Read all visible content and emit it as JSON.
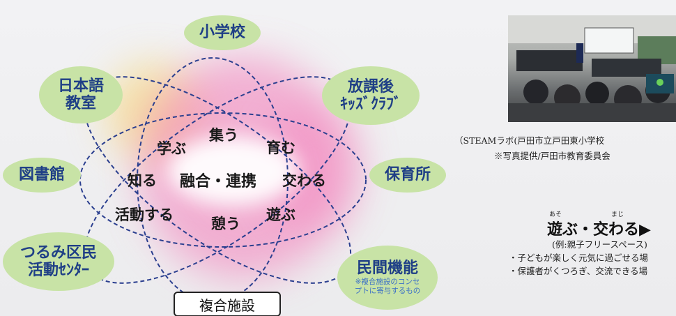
{
  "center": "融合・連携",
  "verbs": {
    "manabu": "学ぶ",
    "tsudou": "集う",
    "sodatsu": "育む",
    "shiru": "知る",
    "majiwaru": "交わる",
    "katsudou": "活動する",
    "ikou": "憩う",
    "asobu": "遊ぶ"
  },
  "nodes": {
    "elementary": "小学校",
    "japanese_line1": "日本語",
    "japanese_line2": "教室",
    "afterschool_line1": "放課後",
    "afterschool_line2": "ｷｯｽﾞｸﾗﾌﾞ",
    "library": "図書館",
    "nursery": "保育所",
    "tsurumi_line1": "つるみ区民",
    "tsurumi_line2": "活動ｾﾝﾀｰ",
    "private_title": "民間機能",
    "private_note_line1": "※複合施設のコンセ",
    "private_note_line2": "プトに寄与するもの"
  },
  "complex_label": "複合施設",
  "photo": {
    "caption_line1": "（STEAMラボ(戸田市立戸田東小学校",
    "caption_line2": "※写真提供/戸田市教育委員会"
  },
  "side_text": {
    "ruby_play": "あそ",
    "ruby_mix": "まじ",
    "heading": "遊ぶ・交わる▶",
    "example": "(例:親子フリースペース)",
    "bullet1": "・子どもが楽しく元気に過ごせる場",
    "bullet2": "・保護者がくつろぎ、交流できる場"
  },
  "colors": {
    "pill": "#c8e3a6",
    "pill_text": "#1f3f86",
    "ellipse_stroke": "#2b3f8f",
    "glow_pink": "#f47ab8",
    "glow_yellow": "#f8d56c"
  }
}
